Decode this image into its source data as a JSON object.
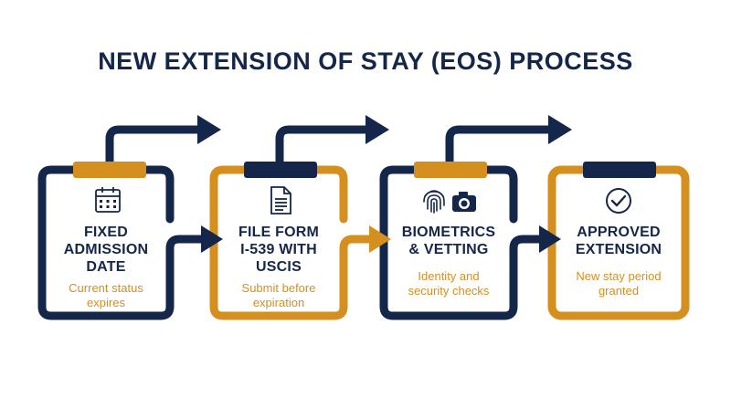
{
  "title": "NEW EXTENSION OF STAY (EOS) PROCESS",
  "colors": {
    "navy": "#14264a",
    "gold": "#d58f1f",
    "background": "#ffffff"
  },
  "steps": [
    {
      "title_lines": [
        "FIXED",
        "ADMISSION",
        "DATE"
      ],
      "subtitle_lines": [
        "Current status",
        "expires"
      ],
      "icon": "calendar-icon",
      "frame_color": "navy",
      "tab_color": "gold"
    },
    {
      "title_lines": [
        "FILE FORM",
        "I-539 WITH",
        "USCIS"
      ],
      "subtitle_lines": [
        "Submit before",
        "expiration"
      ],
      "icon": "document-icon",
      "frame_color": "gold",
      "tab_color": "navy"
    },
    {
      "title_lines": [
        "BIOMETRICS",
        "& VETTING"
      ],
      "subtitle_lines": [
        "Identity and",
        "security checks"
      ],
      "icon": "fingerprint-camera-icons",
      "frame_color": "navy",
      "tab_color": "gold"
    },
    {
      "title_lines": [
        "APPROVED",
        "EXTENSION"
      ],
      "subtitle_lines": [
        "New stay period",
        "granted"
      ],
      "icon": "checkmark-circle-icon",
      "frame_color": "gold",
      "tab_color": "navy"
    }
  ]
}
